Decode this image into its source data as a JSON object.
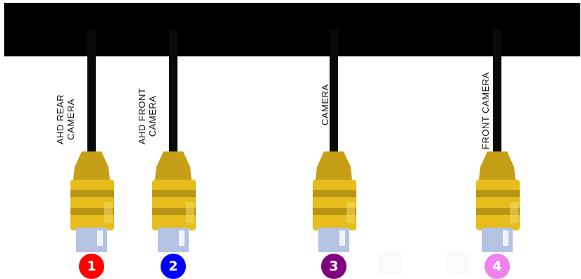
{
  "connectors": [
    {
      "label": "AHD REAR\nCAMERA",
      "number": "1",
      "badge_color": "#ff0000"
    },
    {
      "label": "AHD FRONT\nCAMERA",
      "number": "2",
      "badge_color": "#0000ff"
    },
    {
      "label": "CAMERA",
      "number": "3",
      "badge_color": "#800080"
    },
    {
      "label": "FRONT CAMERA",
      "number": "4",
      "badge_color": "#ee82ee"
    }
  ],
  "colors": {
    "bar": "#000000",
    "plug_body": "#e6bd1c",
    "plug_band": "#b89416",
    "metal": "#b5c3e3"
  }
}
